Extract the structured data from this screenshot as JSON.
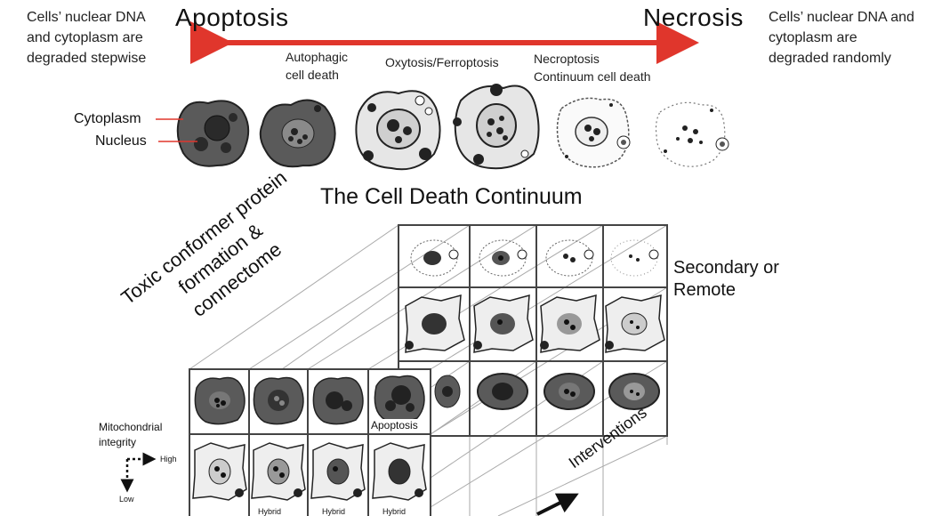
{
  "left_note": [
    "Cells’ nuclear DNA",
    "and cytoplasm are",
    "degraded stepwise"
  ],
  "right_note": [
    "Cells’ nuclear DNA and",
    "cytoplasm are",
    "degraded randomly"
  ],
  "apoptosis_title": "Apoptosis",
  "necrosis_title": "Necrosis",
  "stages": {
    "autophagic": [
      "Autophagic",
      "cell death"
    ],
    "oxytosis": "Oxytosis/Ferroptosis",
    "necroptosis": [
      "Necroptosis",
      "Continuum cell death"
    ]
  },
  "cell_labels": {
    "cytoplasm": "Cytoplasm",
    "nucleus": "Nucleus"
  },
  "continuum_title": "The Cell Death Continuum",
  "toxic_label": [
    "Toxic conformer protein",
    "formation &",
    "connectome"
  ],
  "secondary_label": [
    "Secondary or",
    "Remote"
  ],
  "interventions_label": "Interventions",
  "mito_label": [
    "Mitochondrial",
    "integrity"
  ],
  "mito_high": "High",
  "mito_low": "Low",
  "front_apoptosis": "Apoptosis",
  "hybrid": "Hybrid",
  "colors": {
    "arrow": "#e0362c",
    "grid": "#444444",
    "cell_dark": "#5a5a5a"
  }
}
